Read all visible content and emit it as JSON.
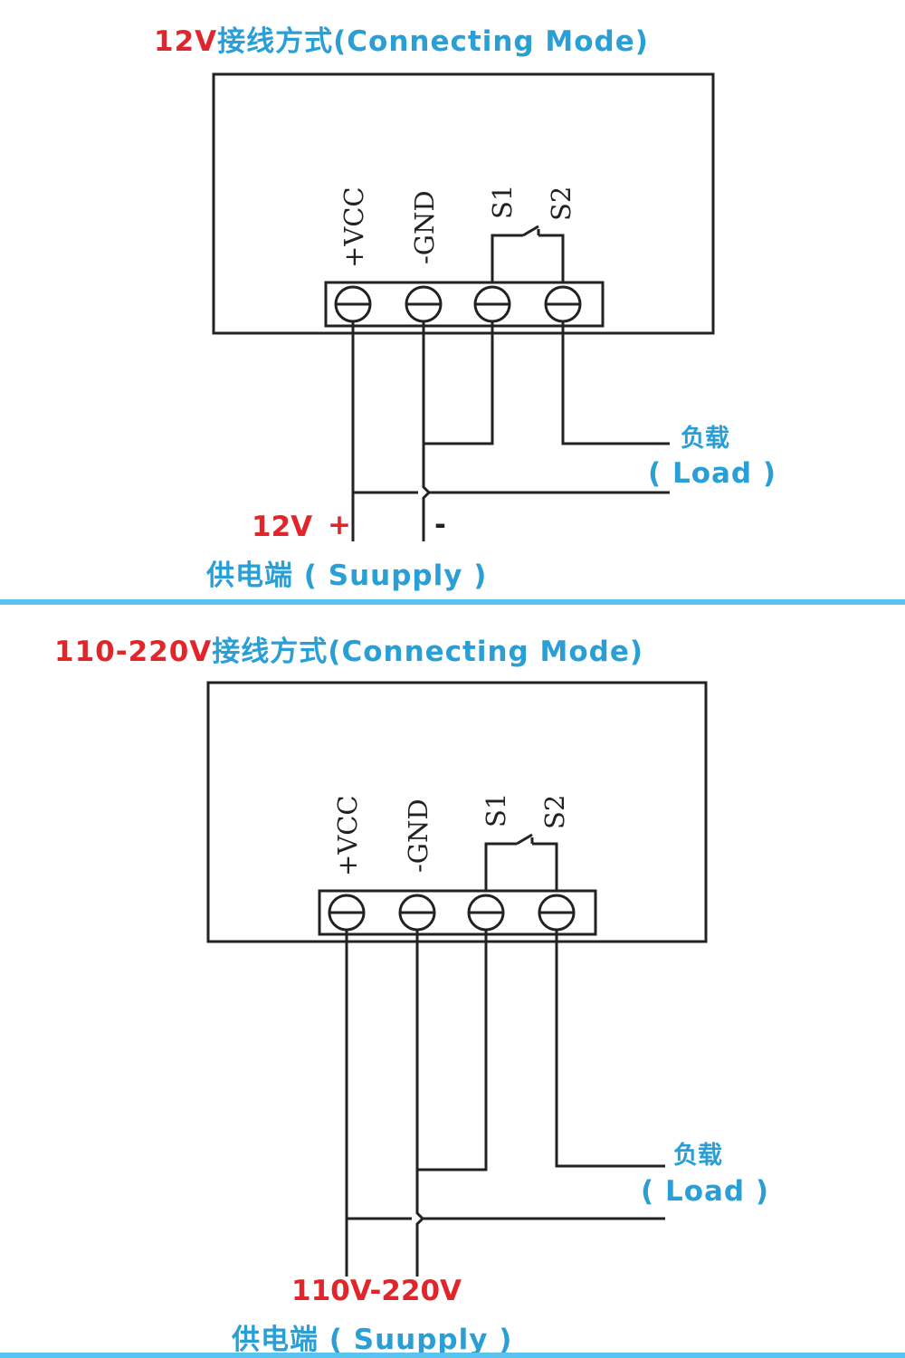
{
  "panel_12v": {
    "title_voltage": "12V",
    "title_rest": "接线方式(Connecting Mode)",
    "terminals": [
      "+VCC",
      "-GND",
      "S1",
      "S2"
    ],
    "load_cn": "负载",
    "load_en": "( Load )",
    "supply_voltage": "12V",
    "supply_plus": "+",
    "supply_minus": "-",
    "supply_label": "供电端 ( Suupply )"
  },
  "panel_220v": {
    "title_voltage": "110-220V",
    "title_rest": "接线方式(Connecting Mode)",
    "terminals": [
      "+VCC",
      "-GND",
      "S1",
      "S2"
    ],
    "load_cn": "负载",
    "load_en": "( Load )",
    "supply_voltage": "110V-220V",
    "supply_label": "供电端 ( Suupply )"
  },
  "colors": {
    "red": "#e0262b",
    "blue": "#2a9fd6",
    "divider": "#5bc4ee",
    "line": "#222222"
  }
}
